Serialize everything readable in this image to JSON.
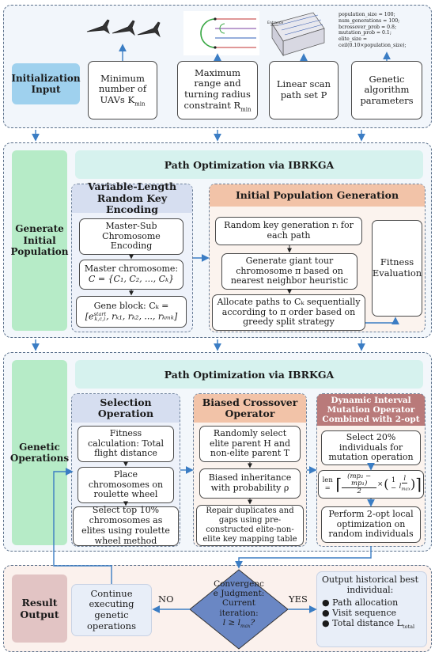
{
  "init": {
    "label_line1": "Initialization",
    "label_line2": "Input",
    "uav_box": {
      "line1": "Minimum",
      "line2": "number of",
      "line3": "UAVs K",
      "sub": "min"
    },
    "range_box": {
      "line1": "Maximum",
      "line2": "range and",
      "line3": "turning radius",
      "line4": "constraint R",
      "sub": "min"
    },
    "scan_box": {
      "line1": "Linear scan",
      "line2": "path set P"
    },
    "ga_box": {
      "line1": "Genetic",
      "line2": "algorithm",
      "line3": "parameters"
    },
    "entrance_label": "Entrance",
    "params": [
      "population_size = 100;",
      "num_generations = 100;",
      "bcrossover_prob = 0.8;",
      "mutation_prob = 0.1;",
      "elite_size = ceil(0.10×population_size);"
    ]
  },
  "gen": {
    "label_line1": "Generate",
    "label_line2": "Initial",
    "label_line3": "Population",
    "banner": "Path Optimization via IBRKGA",
    "vlrk": {
      "title_line1": "Variable-Length",
      "title_line2": "Random Key Encoding",
      "box1": {
        "line1": "Master-Sub",
        "line2": "Chromosome",
        "line3": "Encoding"
      },
      "box2": {
        "line1": "Master chromosome:",
        "line2": "C = {C₁, C₂, ..., Cₖ}"
      },
      "box3": {
        "line1": "Gene block: Cₖ =",
        "line2": "[e",
        "sup": "start",
        "sub": "k,c,i",
        "rest": ", rₖ₁, rₖ₂, ..., rₖₘₖ]"
      }
    },
    "ipg": {
      "title": "Initial Population Generation",
      "box1": {
        "line1": "Random key generation rᵢ for",
        "line2": "each path"
      },
      "box2": {
        "line1": "Generate giant tour",
        "line2": "chromosome π based on",
        "line3": "nearest neighbor heuristic"
      },
      "box3": {
        "line1": "Allocate paths to Cₖ sequentially",
        "line2": "according to π order based on",
        "line3": "greedy split strategy"
      },
      "fitness": {
        "line1": "Fitness",
        "line2": "Evaluation"
      }
    }
  },
  "ops": {
    "label_line1": "Genetic",
    "label_line2": "Operations",
    "banner": "Path Optimization via IBRKGA",
    "selection": {
      "title_line1": "Selection",
      "title_line2": "Operation",
      "box1": {
        "line1": "Fitness",
        "line2": "calculation: Total",
        "line3": "flight distance"
      },
      "box2": {
        "line1": "Place",
        "line2": "chromosomes on",
        "line3": "roulette wheel"
      },
      "box3": {
        "line1": "Select top 10%",
        "line2": "chromosomes as",
        "line3": "elites using roulette",
        "line4": "wheel method"
      }
    },
    "crossover": {
      "title_line1": "Biased Crossover",
      "title_line2": "Operator",
      "box1": {
        "line1": "Randomly select",
        "line2": "elite parent H and",
        "line3": "non-elite parent T"
      },
      "box2": {
        "line1": "Biased inheritance",
        "line2": "with probability ρ"
      },
      "box3": {
        "line1": "Repair duplicates and",
        "line2": "gaps using pre-",
        "line3": "constructed elite-non-",
        "line4": "elite key mapping table"
      }
    },
    "mutation": {
      "title_line1": "Dynamic Interval",
      "title_line2": "Mutation Operator",
      "title_line3": "Combined with 2-opt",
      "box1": {
        "line1": "Select 20%",
        "line2": "individuals for",
        "line3": "mutation operation"
      },
      "formula": {
        "len": "len =",
        "num": "(mp₂ − mp₁)",
        "den": "2",
        "times": "×",
        "one": "1 −",
        "l": "l",
        "lmax": "l",
        "maxsub": "max"
      },
      "box3": {
        "line1": "Perform 2-opt local",
        "line2": "optimization on",
        "line3": "random individuals"
      }
    }
  },
  "result": {
    "label_line1": "Result",
    "label_line2": "Output",
    "continue": {
      "line1": "Continue",
      "line2": "executing",
      "line3": "genetic",
      "line4": "operations"
    },
    "no": "NO",
    "yes": "YES",
    "diamond": {
      "line1": "Convergenc",
      "line2": "e Judgment:",
      "line3": "Current",
      "line4": "iteration:",
      "line5": "l ≥ l",
      "sub": "max",
      "q": "?"
    },
    "output": {
      "title_line1": "Output historical best",
      "title_line2": "individual:",
      "items": [
        "Path allocation",
        "Visit sequence",
        "Total distance L"
      ],
      "item3_sub": "total"
    }
  },
  "colors": {
    "init_label": "#9fd1ee",
    "green_label": "#b6ebc7",
    "result_label": "#e2c4c4",
    "banner": "#d6f2ee",
    "vlrk_header": "#d6def0",
    "ipg_header": "#f2c3a8",
    "crossover_header": "#f2c3a8",
    "mutation_header": "#b97a7a",
    "diamond": "#6a87c4",
    "arrow": "#3b7dc4"
  }
}
